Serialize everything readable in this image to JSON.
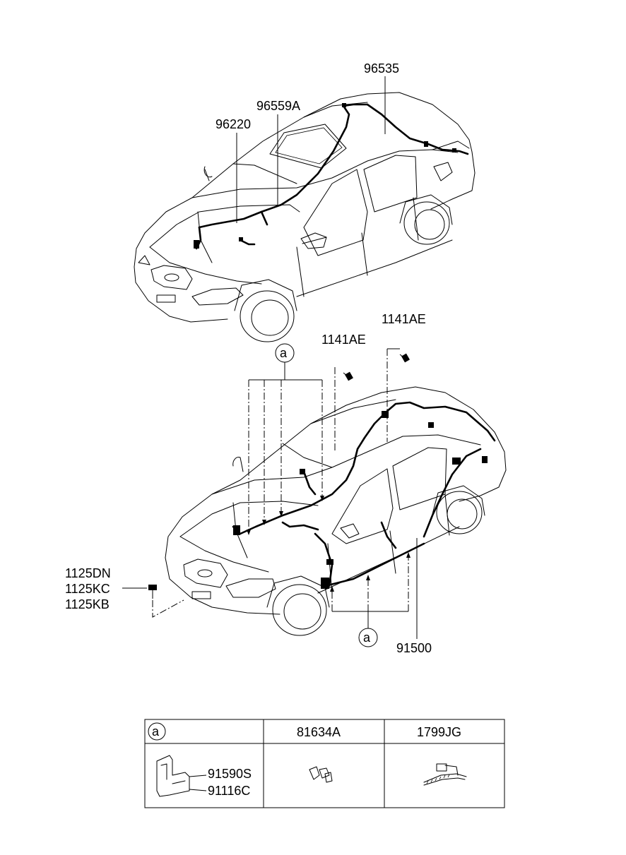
{
  "labels": {
    "p96535": "96535",
    "p96559A": "96559A",
    "p96220": "96220",
    "p1141AE_right": "1141AE",
    "p1141AE_left": "1141AE",
    "callout_top": "a",
    "callout_bottom": "a",
    "p1125DN": "1125DN",
    "p1125KC": "1125KC",
    "p1125KB": "1125KB",
    "p91500": "91500"
  },
  "table": {
    "header_callout": "a",
    "col2_header": "81634A",
    "col3_header": "1799JG",
    "part_91590S": "91590S",
    "part_91116C": "91116C"
  }
}
